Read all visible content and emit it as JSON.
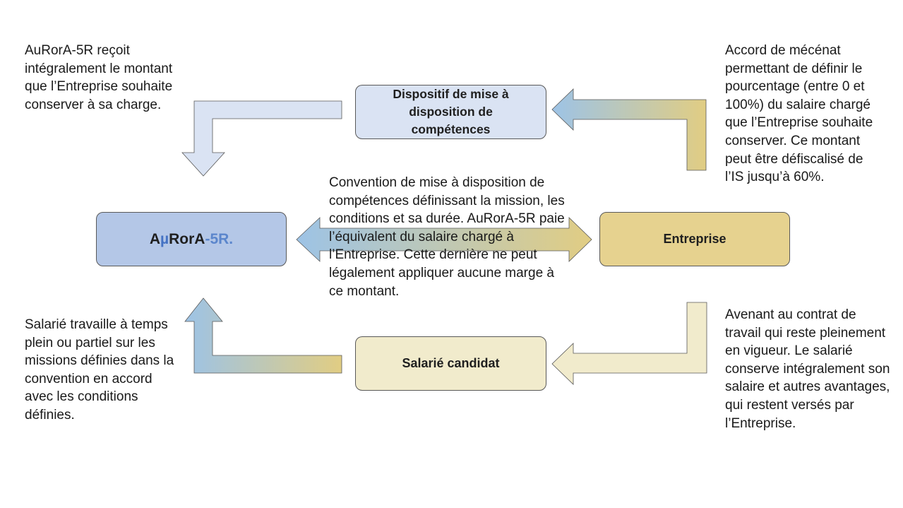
{
  "colors": {
    "blue": "#b4c7e7",
    "light_blue": "#dae3f3",
    "gold": "#e6d28f",
    "light_gold": "#f1ebcc",
    "gradient_blue": "#9dc3e6",
    "gradient_gold": "#e1cd83",
    "logo_dark": "#1f1f1f",
    "logo_accent": "#4472c4"
  },
  "boxes": {
    "dispositif": "Dispositif de mise à disposition de compétences",
    "aurora": {
      "part1": "A",
      "part2": "µ",
      "part3": "RorA",
      "part4": "-5R."
    },
    "entreprise": "Entreprise",
    "salarie": "Salarié candidat"
  },
  "notes": {
    "top_left": "AuRorA-5R reçoit intégralement le montant que l’Entreprise souhaite conserver à sa charge.",
    "top_right": "Accord de mécénat permettant de définir le pourcentage (entre 0 et 100%) du salaire chargé que l’Entreprise souhaite conserver. Ce montant peut être défiscalisé de l’IS jusqu’à 60%.",
    "center": "Convention de mise à disposition de compétences définissant la mission, les conditions et sa durée. AuRorA-5R paie l’équivalent du salaire chargé à l’Entreprise. Cette dernière ne peut légalement appliquer aucune marge à ce montant.",
    "bottom_left": "Salarié travaille à temps plein ou partiel sur les missions définies dans la convention en accord avec les conditions définies.",
    "bottom_right": "Avenant au contrat de travail qui reste pleinement en vigueur. Le salarié conserve intégralement son salaire et autres avantages, qui restent versés par l’Entreprise."
  }
}
